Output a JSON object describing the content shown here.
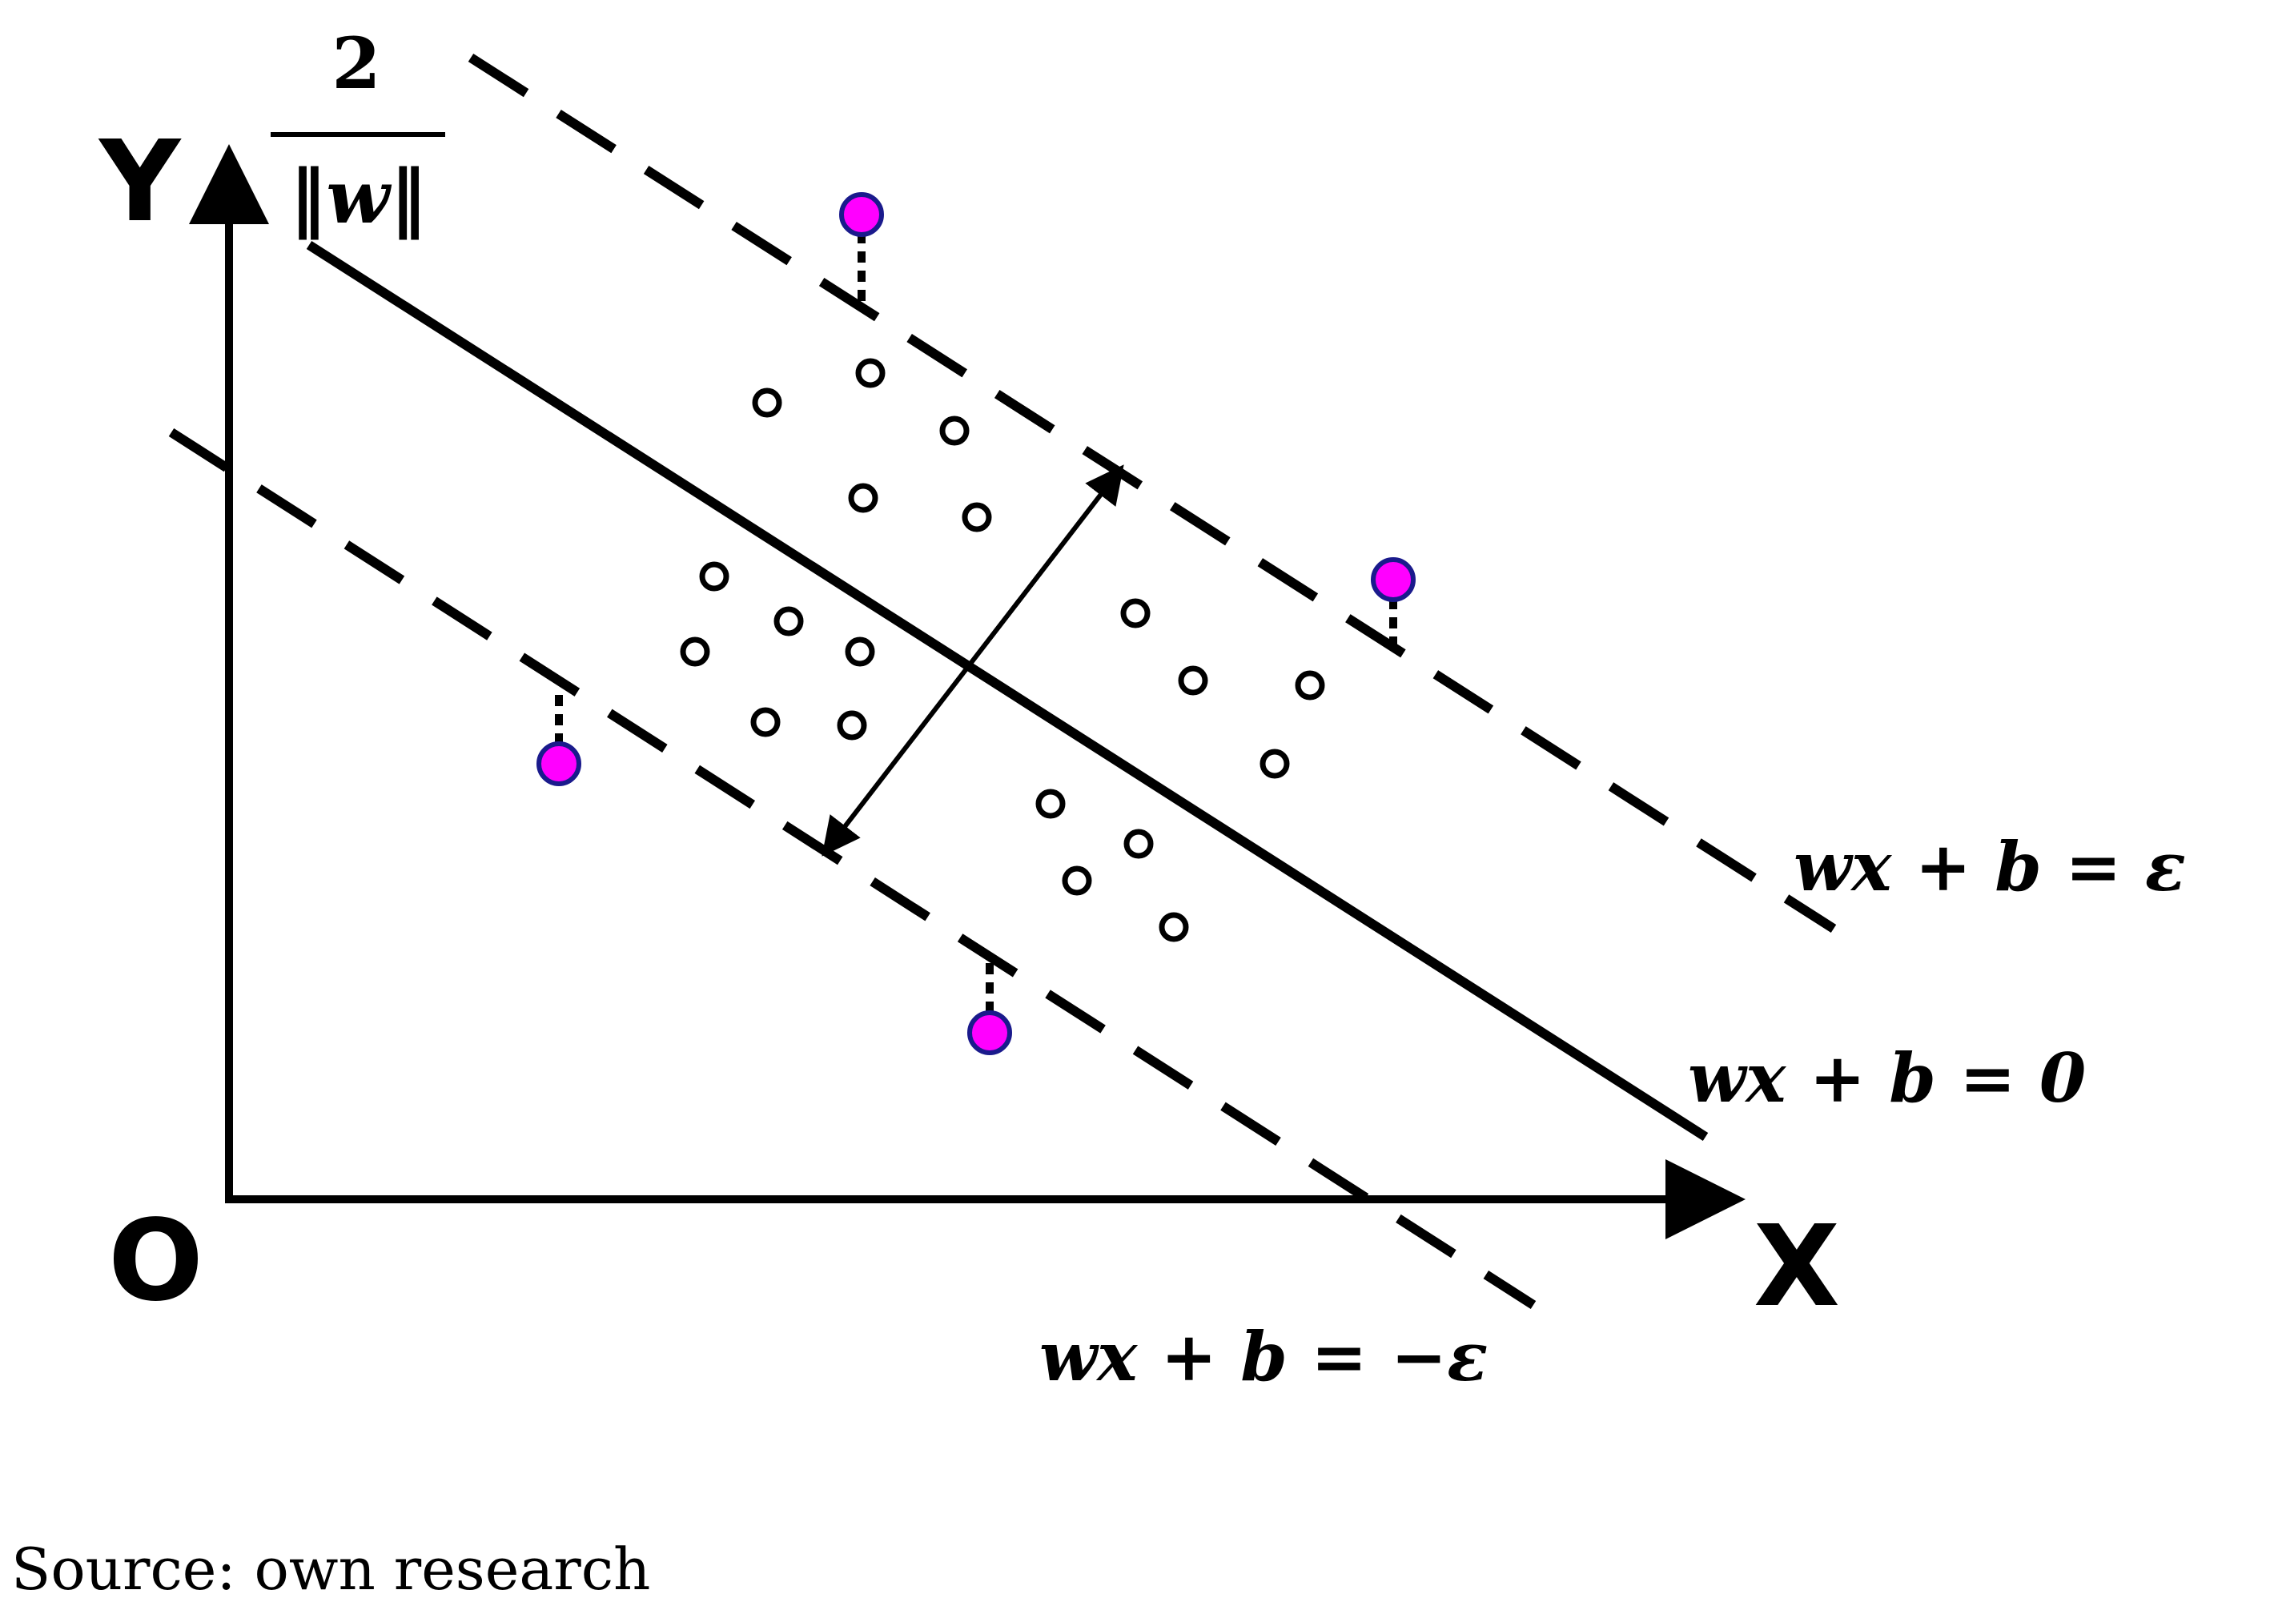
{
  "axes": {
    "y_label": "Y",
    "x_label": "X",
    "origin_label": "O"
  },
  "margin_label": {
    "numerator": "2",
    "denominator": "‖w‖"
  },
  "lines": {
    "upper": "wx + b = ε",
    "middle": "wx + b = 0",
    "lower": "wx + b = −ε"
  },
  "source": "Source: own research",
  "colors": {
    "ink": "#000000",
    "support_fill": "#ff00ff",
    "support_stroke": "#1a1a8c"
  }
}
